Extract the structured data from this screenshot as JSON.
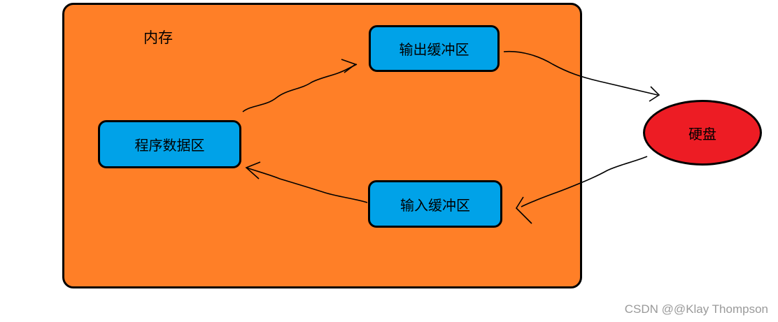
{
  "memory": {
    "label": "内存"
  },
  "buffers": {
    "output": "输出缓冲区",
    "program": "程序数据区",
    "input": "输入缓冲区"
  },
  "disk": {
    "label": "硬盘"
  },
  "watermark": "CSDN @@Klay Thompson",
  "colors": {
    "memory_fill": "#FF7F27",
    "buffer_fill": "#00A2E8",
    "disk_fill": "#ED1C24",
    "outline": "#000000"
  }
}
